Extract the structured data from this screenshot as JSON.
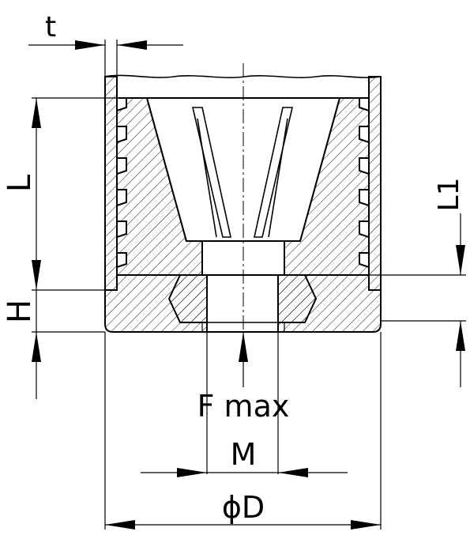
{
  "labels": {
    "t": "t",
    "L": "L",
    "L1": "L1",
    "H": "H",
    "F_max": "F max",
    "M": "M",
    "D": "ϕD"
  },
  "colors": {
    "line": "#000000",
    "background": "#ffffff"
  }
}
